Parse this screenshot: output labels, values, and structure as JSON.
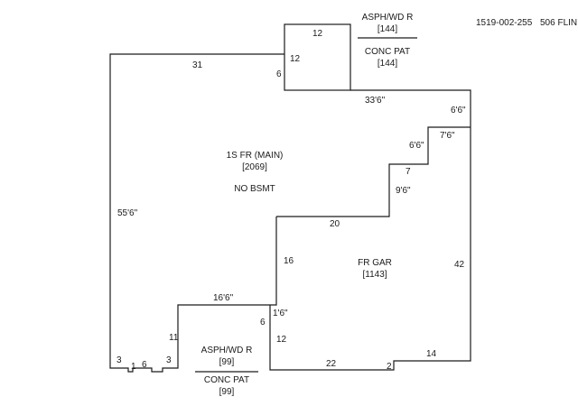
{
  "header": {
    "parcel_id": "1519-002-255",
    "address": "506 FLIN"
  },
  "areas": {
    "main_name": "1S FR (MAIN)",
    "main_sqft": "[2069]",
    "main_note": "NO BSMT",
    "garage_name": "FR GAR",
    "garage_sqft": "[1143]",
    "top_patio_1_name": "ASPH/WD R",
    "top_patio_1_sqft": "[144]",
    "top_patio_2_name": "CONC PAT",
    "top_patio_2_sqft": "[144]",
    "bottom_patio_1_name": "ASPH/WD R",
    "bottom_patio_1_sqft": "[99]",
    "bottom_patio_2_name": "CONC PAT",
    "bottom_patio_2_sqft": "[99]"
  },
  "dimensions": {
    "top_wall": "31",
    "left_wall": "55'6\"",
    "porch_top": "12",
    "porch_inner": "12",
    "porch_side": "6",
    "right_top_run": "33'6\"",
    "right_upper_step": "6'6\"",
    "notch_rise": "7'6\"",
    "notch_run": "6'6\"",
    "step_seven": "7",
    "step_rise": "9'6\"",
    "garage_top": "20",
    "garage_left": "16",
    "right_wall": "42",
    "lower_run": "16'6\"",
    "lower_rise": "1'6\"",
    "lower_six": "6",
    "lower_eleven": "11",
    "lower_twelve": "12",
    "bottom_22": "22",
    "bottom_2": "2",
    "bottom_14": "14",
    "bottom_left_3a": "3",
    "bottom_left_1": "1",
    "bottom_left_6": "6",
    "bottom_left_3b": "3"
  },
  "colors": {
    "line": "#1a1a1a",
    "background": "#ffffff"
  }
}
